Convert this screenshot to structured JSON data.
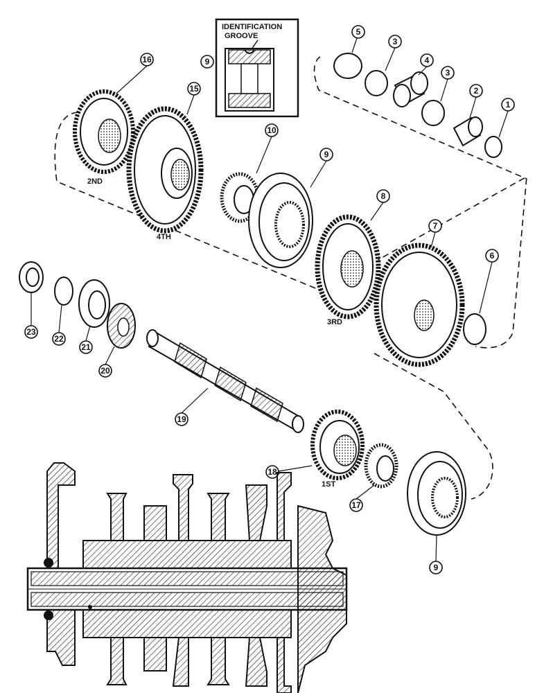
{
  "inset": {
    "title_line1": "IDENTIFICATION",
    "title_line2": "GROOVE",
    "callout": "9"
  },
  "gear_labels": {
    "second": "2ND",
    "fourth": "4TH",
    "third": "3RD",
    "first": "1ST"
  },
  "callouts": {
    "c1": "1",
    "c2": "2",
    "c3a": "3",
    "c3b": "3",
    "c4": "4",
    "c5": "5",
    "c6": "6",
    "c7": "7",
    "c8": "8",
    "c9a": "9",
    "c9b": "9",
    "c10": "10",
    "c15": "15",
    "c16": "16",
    "c17": "17",
    "c18": "18",
    "c19": "19",
    "c20": "20",
    "c21": "21",
    "c22": "22",
    "c23": "23"
  }
}
